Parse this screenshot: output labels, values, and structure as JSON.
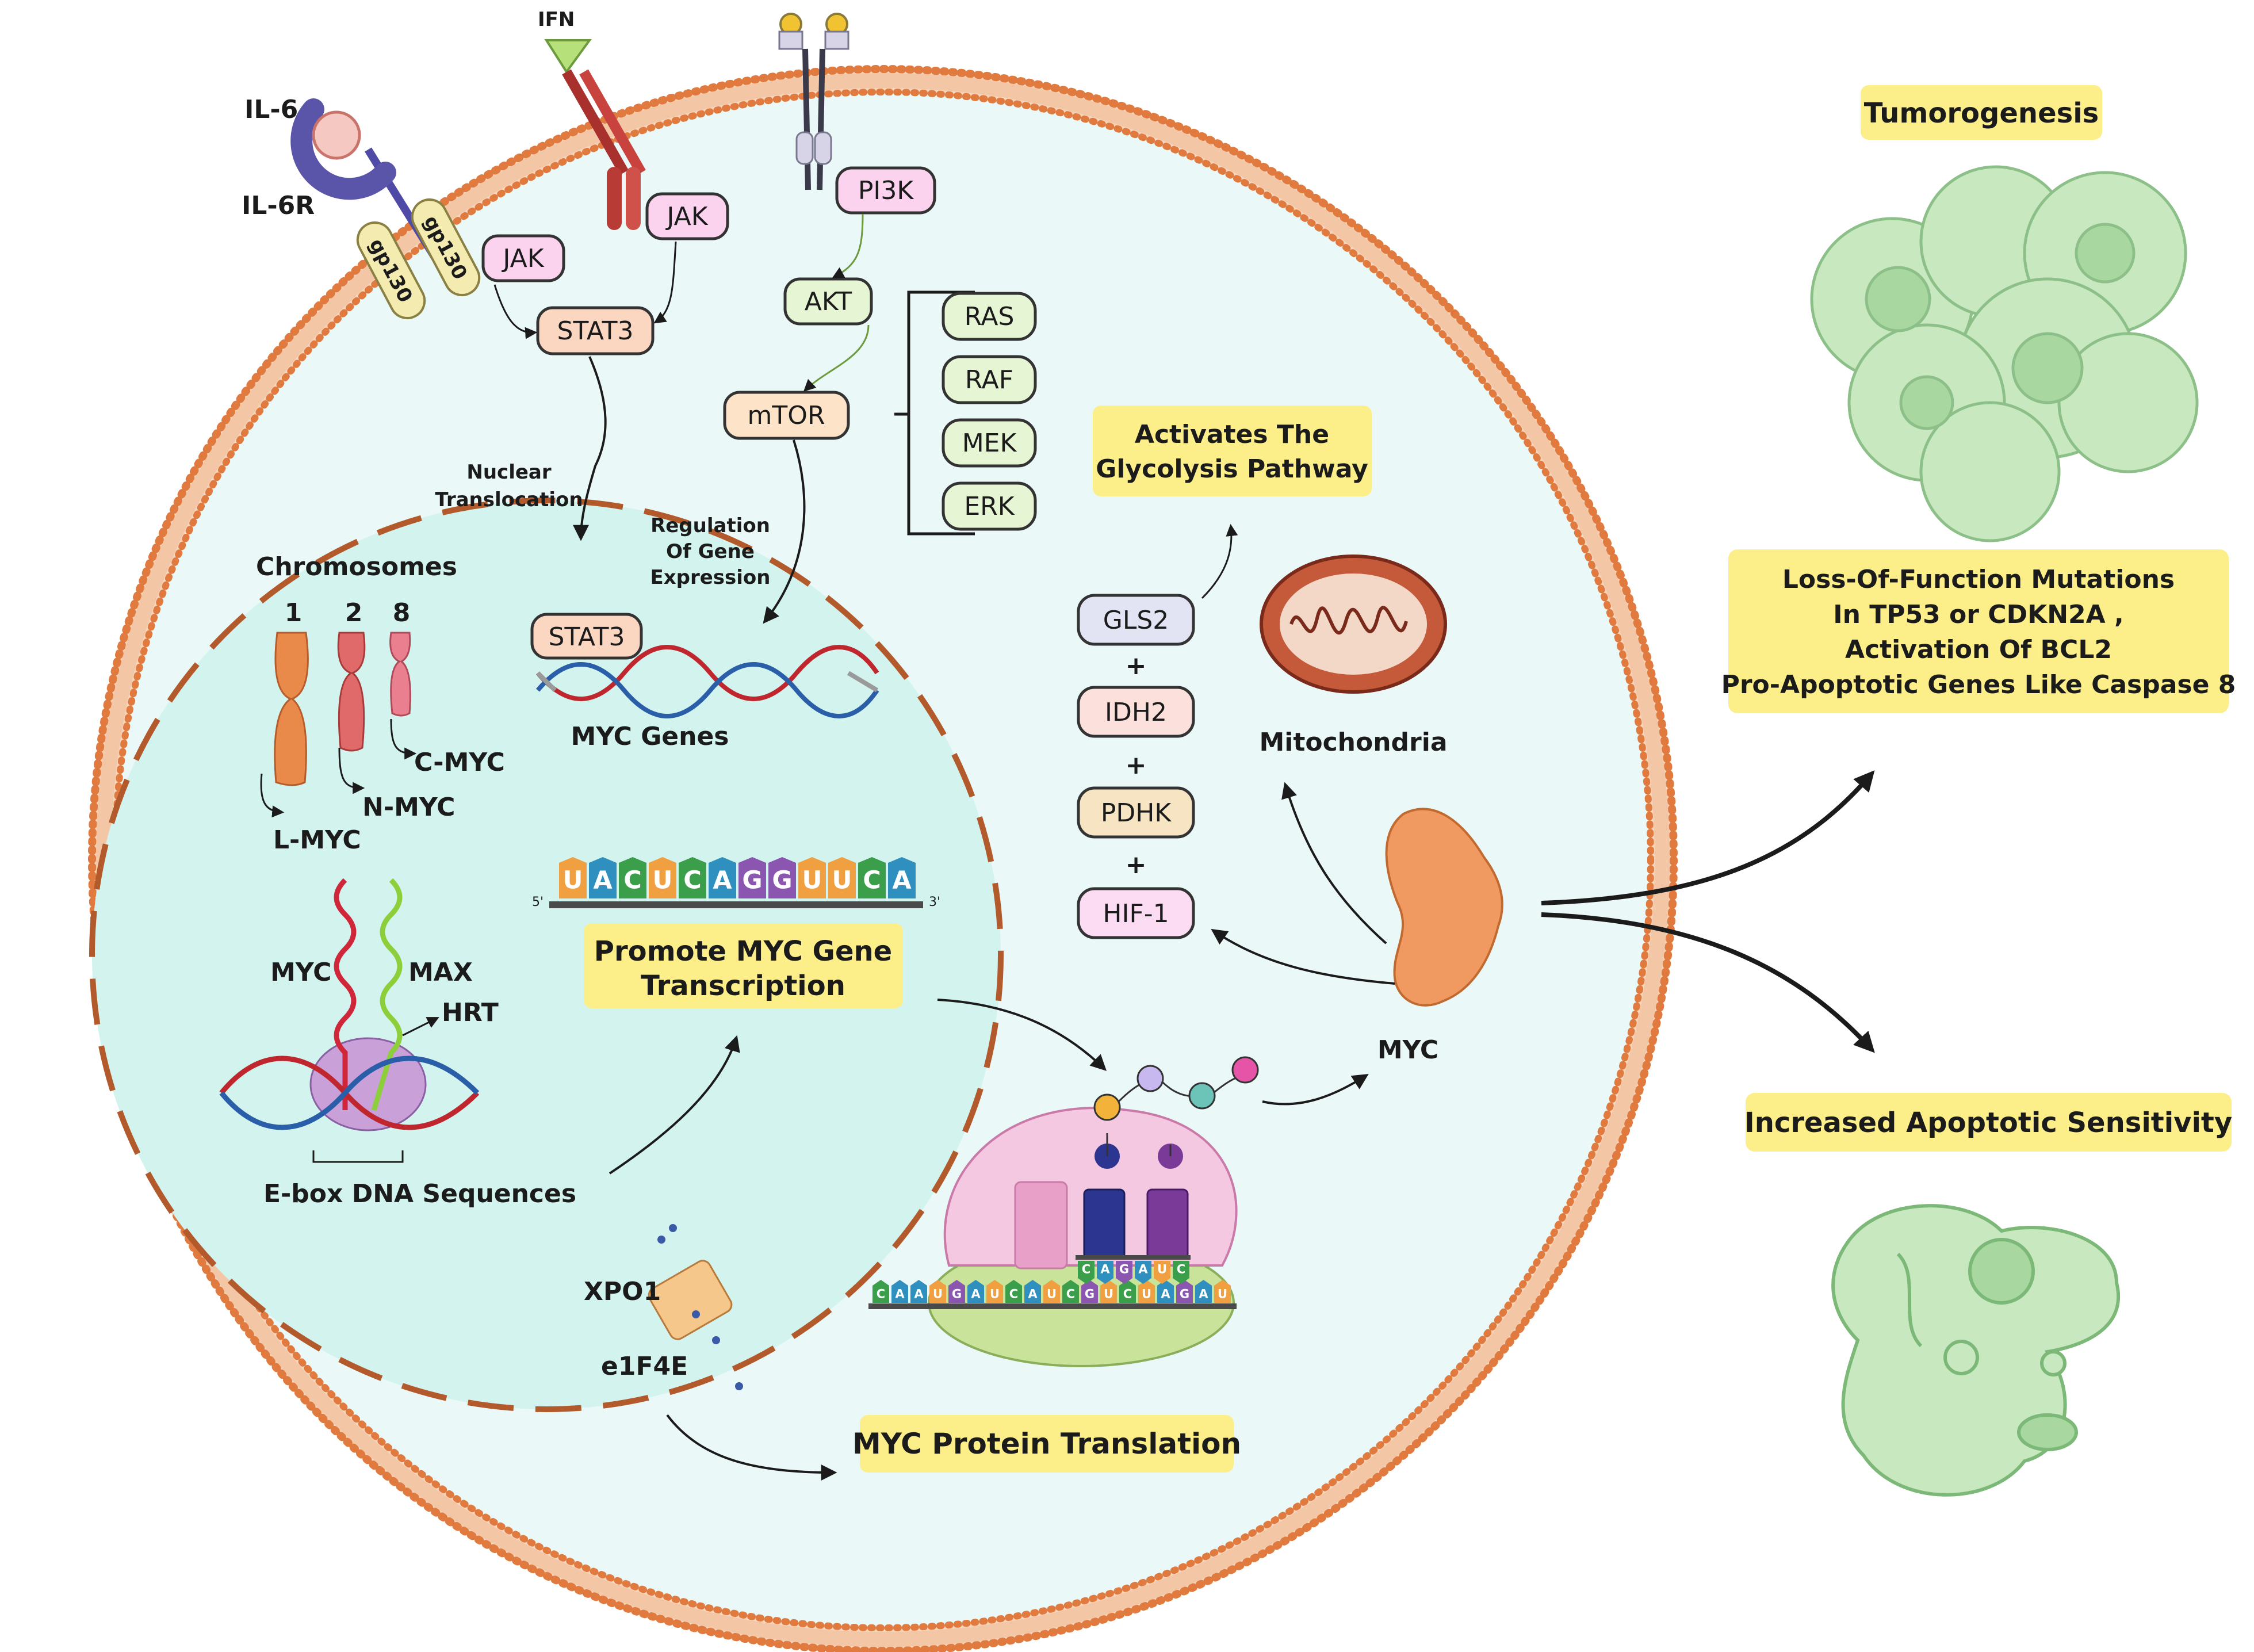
{
  "receptors": {
    "il6": "IL-6",
    "il6r": "IL-6R",
    "gp130_a": "gp130",
    "gp130_b": "gp130",
    "ifn": "IFN",
    "jak_left": "JAK",
    "jak_right": "JAK",
    "pi3k": "PI3K"
  },
  "signaling": {
    "stat3_cyto": "STAT3",
    "akt": "AKT",
    "mtor": "mTOR",
    "ras": "RAS",
    "raf": "RAF",
    "mek": "MEK",
    "erk": "ERK",
    "nuclear_translocation": [
      "Nuclear",
      "Translocation"
    ],
    "regulation": [
      "Regulation",
      "Of Gene",
      "Expression"
    ]
  },
  "nucleus": {
    "chromosomes_title": "Chromosomes",
    "chrom_numbers": [
      "1",
      "2",
      "8"
    ],
    "c_myc": "C-MYC",
    "n_myc": "N-MYC",
    "l_myc": "L-MYC",
    "stat3_nuc": "STAT3",
    "myc_genes": "MYC Genes",
    "rna_letters": [
      "U",
      "A",
      "C",
      "U",
      "C",
      "A",
      "G",
      "G",
      "U",
      "U",
      "C",
      "A"
    ],
    "five_prime": "5'",
    "three_prime": "3'",
    "promote_box": [
      "Promote MYC Gene",
      "Transcription"
    ],
    "myc": "MYC",
    "max": "MAX",
    "hrt": "HRT",
    "ebox": "E-box DNA Sequences"
  },
  "export": {
    "xpo1": "XPO1",
    "e1f4e": "e1F4E",
    "translation_box": "MYC Protein Translation"
  },
  "ribosome": {
    "anticodon_letters": [
      "C",
      "A",
      "G",
      "A",
      "U",
      "C"
    ],
    "mrna_letters": [
      "C",
      "A",
      "A",
      "U",
      "G",
      "A",
      "U",
      "C",
      "A",
      "U",
      "C",
      "G",
      "U",
      "C",
      "U",
      "A",
      "G",
      "A",
      "U"
    ]
  },
  "metabolism": {
    "gls2": "GLS2",
    "idh2": "IDH2",
    "pdhk": "PDHK",
    "hif1": "HIF-1",
    "plus": "+",
    "glycolysis_box": [
      "Activates The",
      "Glycolysis Pathway"
    ],
    "mitochondria": "Mitochondria",
    "myc_protein": "MYC"
  },
  "outcomes": {
    "tumorigenesis": "Tumorogenesis",
    "mutations_box": [
      "Loss-Of-Function Mutations",
      "In TP53 or CDKN2A ,",
      "Activation Of BCL2",
      "Pro-Apoptotic Genes Like Caspase 8"
    ],
    "apoptotic": "Increased Apoptotic Sensitivity"
  },
  "colors": {
    "membrane": "#e07a3e",
    "cytoplasm": "#eaf8f7",
    "nucleus": "#d2f3ee",
    "nucleus_border": "#b35a2c",
    "highlight": "#fcef8a",
    "jak_fill": "#fbd3ef",
    "stat3_fill": "#fbd7c2",
    "green_fill": "#e6f5d3",
    "mtor_fill": "#fde3c8",
    "gls2_fill": "#e2e3f3",
    "idh2_fill": "#fbe0dc",
    "pdhk_fill": "#f6e4c3",
    "hif1_fill": "#fbdcf2",
    "nuc_colors": {
      "A": "#2f8fbf",
      "C": "#3a9e4a",
      "G": "#8a56b0",
      "U": "#f0a040"
    }
  }
}
